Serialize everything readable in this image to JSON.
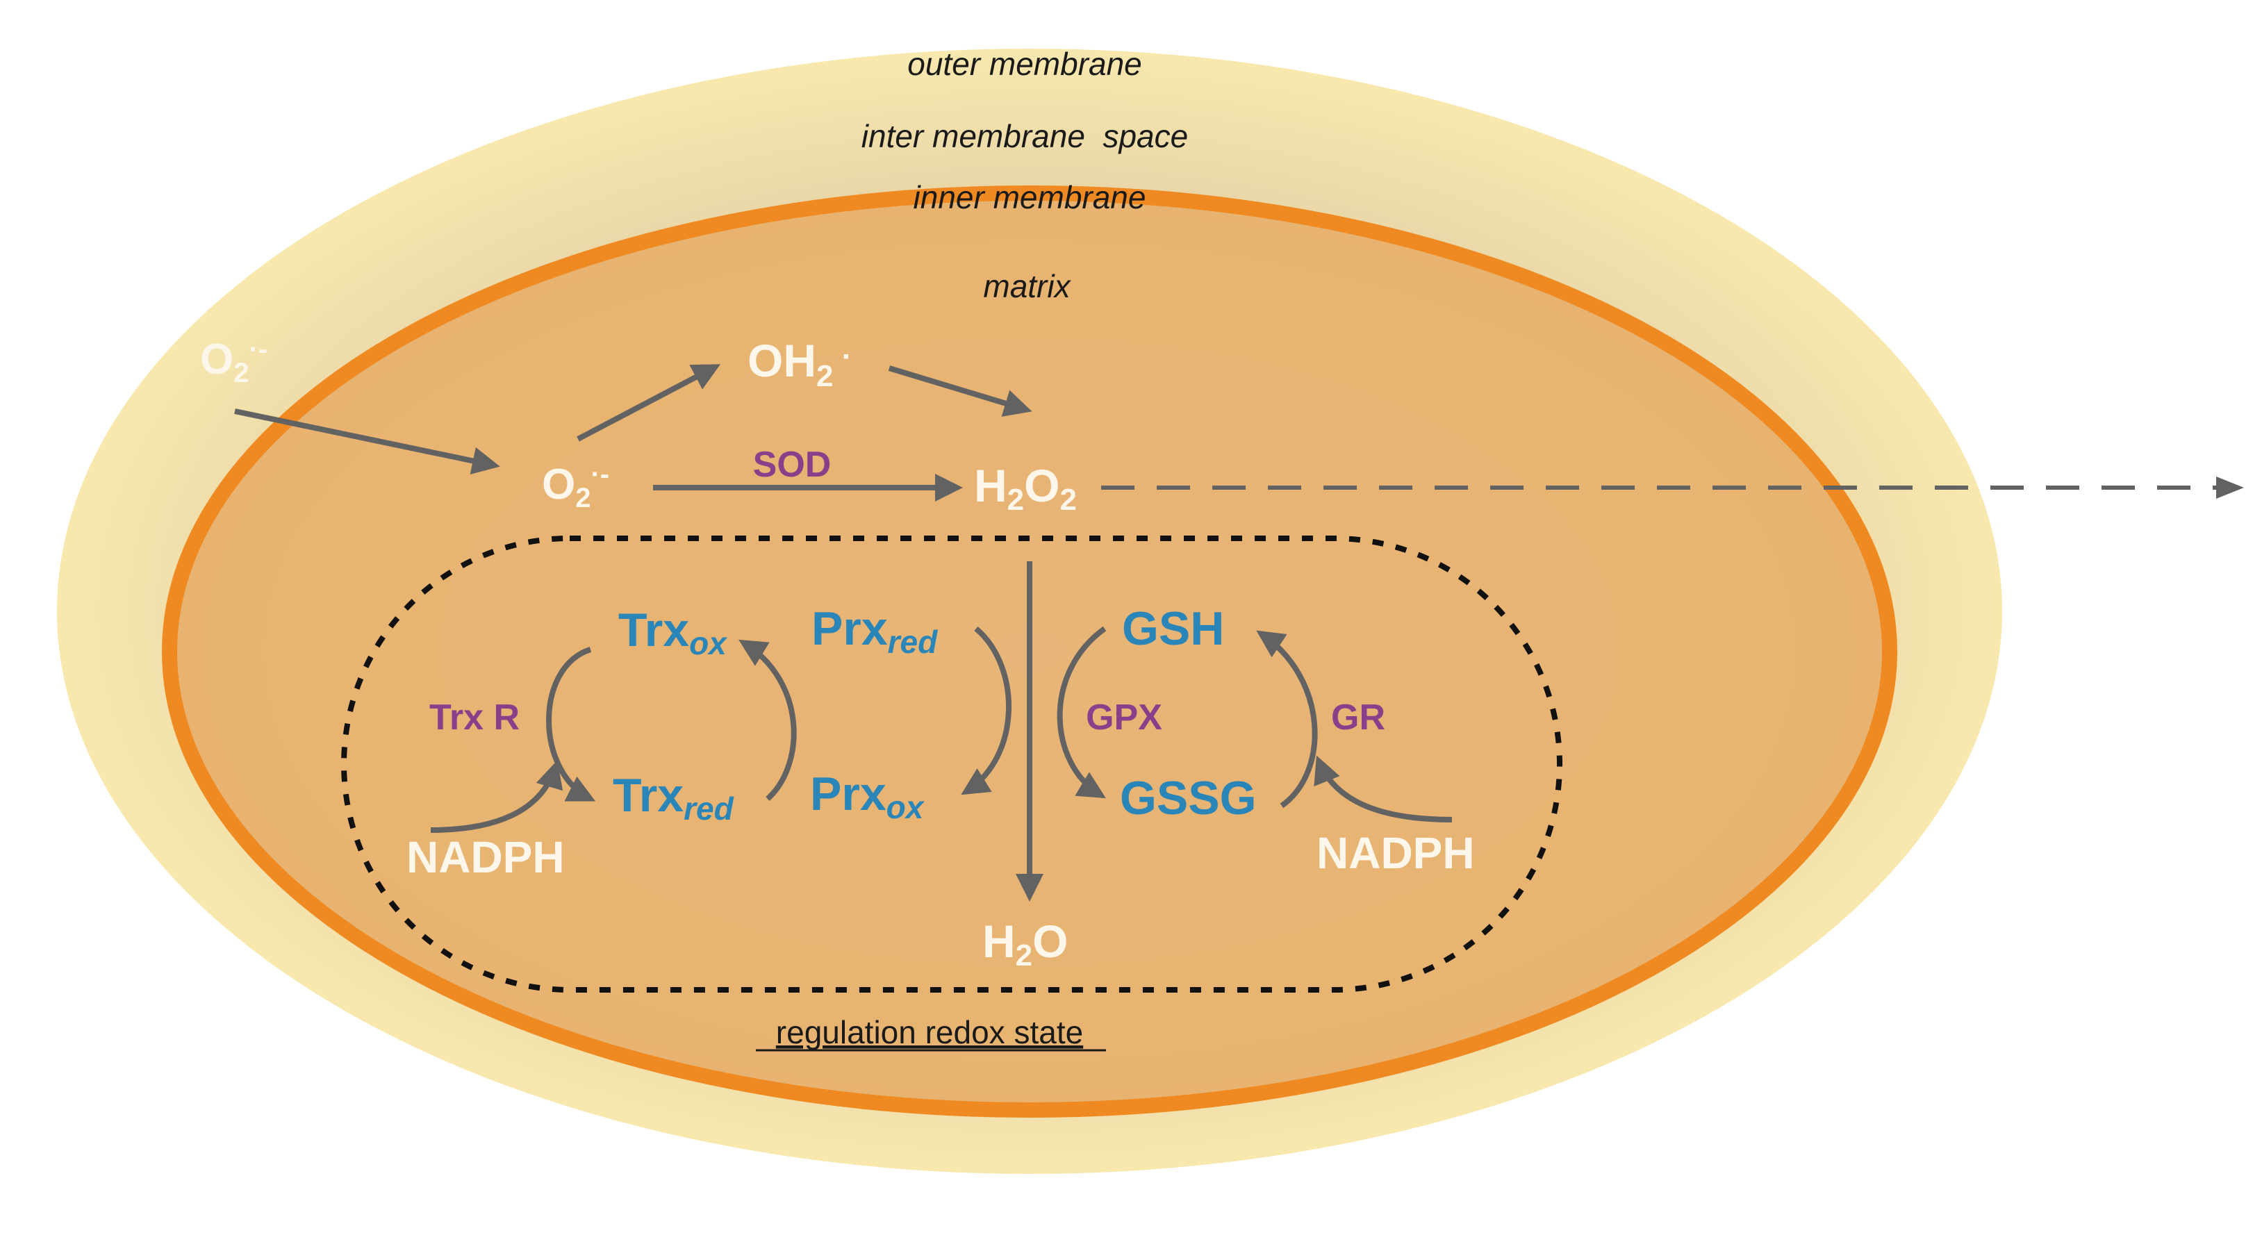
{
  "labels": {
    "outer_membrane": "outer membrane",
    "inter_membrane_space": "inter membrane  space",
    "inner_membrane": "inner membrane",
    "matrix": "matrix",
    "regulation": "regulation redox state"
  },
  "species": {
    "o2_outside": {
      "base": "O",
      "sub": "2",
      "sup": "·-"
    },
    "o2_matrix": {
      "base": "O",
      "sub": "2",
      "sup": "·-"
    },
    "oh2": {
      "base": "OH",
      "sub": "2",
      "suffix": " ·"
    },
    "h2o2": {
      "a": "H",
      "sub1": "2",
      "b": "O",
      "sub2": "2"
    },
    "h2o": {
      "a": "H",
      "sub": "2",
      "b": "O"
    },
    "trx_ox": {
      "base": "Trx",
      "sub": "ox"
    },
    "trx_red": {
      "base": "Trx",
      "sub": "red"
    },
    "prx_red": {
      "base": "Prx",
      "sub": "red"
    },
    "prx_ox": {
      "base": "Prx",
      "sub": "ox"
    },
    "gsh": "GSH",
    "gssg": "GSSG",
    "nadph_left": "NADPH",
    "nadph_right": "NADPH"
  },
  "enzymes": {
    "sod": "SOD",
    "trx_r": "Trx R",
    "gpx": "GPX",
    "gr": "GR"
  },
  "colors": {
    "outer_fill": "#f2dfa2",
    "inner_fill": "#e8b678",
    "inner_border": "#ef8a22",
    "arrow": "#626262",
    "species_blue": "#2a85b8",
    "enzyme_purple": "#8a3f8a",
    "species_white": "#fdf6ea"
  }
}
